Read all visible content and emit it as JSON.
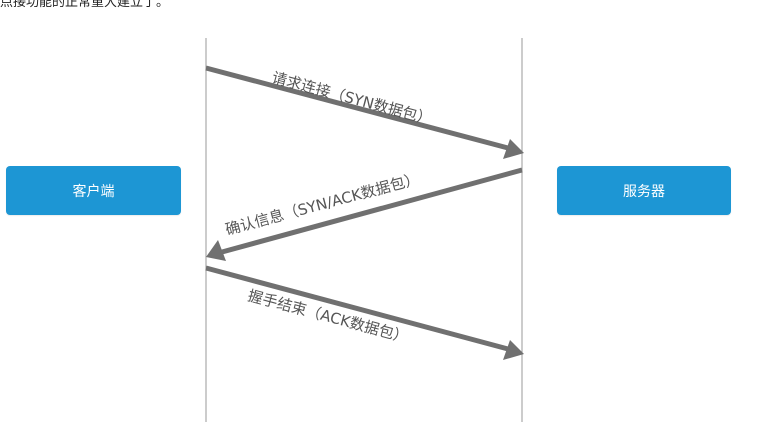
{
  "header_text": "点接功能的正常重大建立了。",
  "nodes": {
    "client": "客户端",
    "server": "服务器"
  },
  "messages": [
    {
      "label": "请求连接（SYN数据包）",
      "from": "client",
      "to": "server"
    },
    {
      "label": "确认信息（SYN/ACK数据包）",
      "from": "server",
      "to": "client"
    },
    {
      "label": "握手结束（ACK数据包）",
      "from": "client",
      "to": "server"
    }
  ],
  "colors": {
    "node_fill": "#1d96d4",
    "arrow": "#707070",
    "lifeline": "#9a9a9a"
  }
}
